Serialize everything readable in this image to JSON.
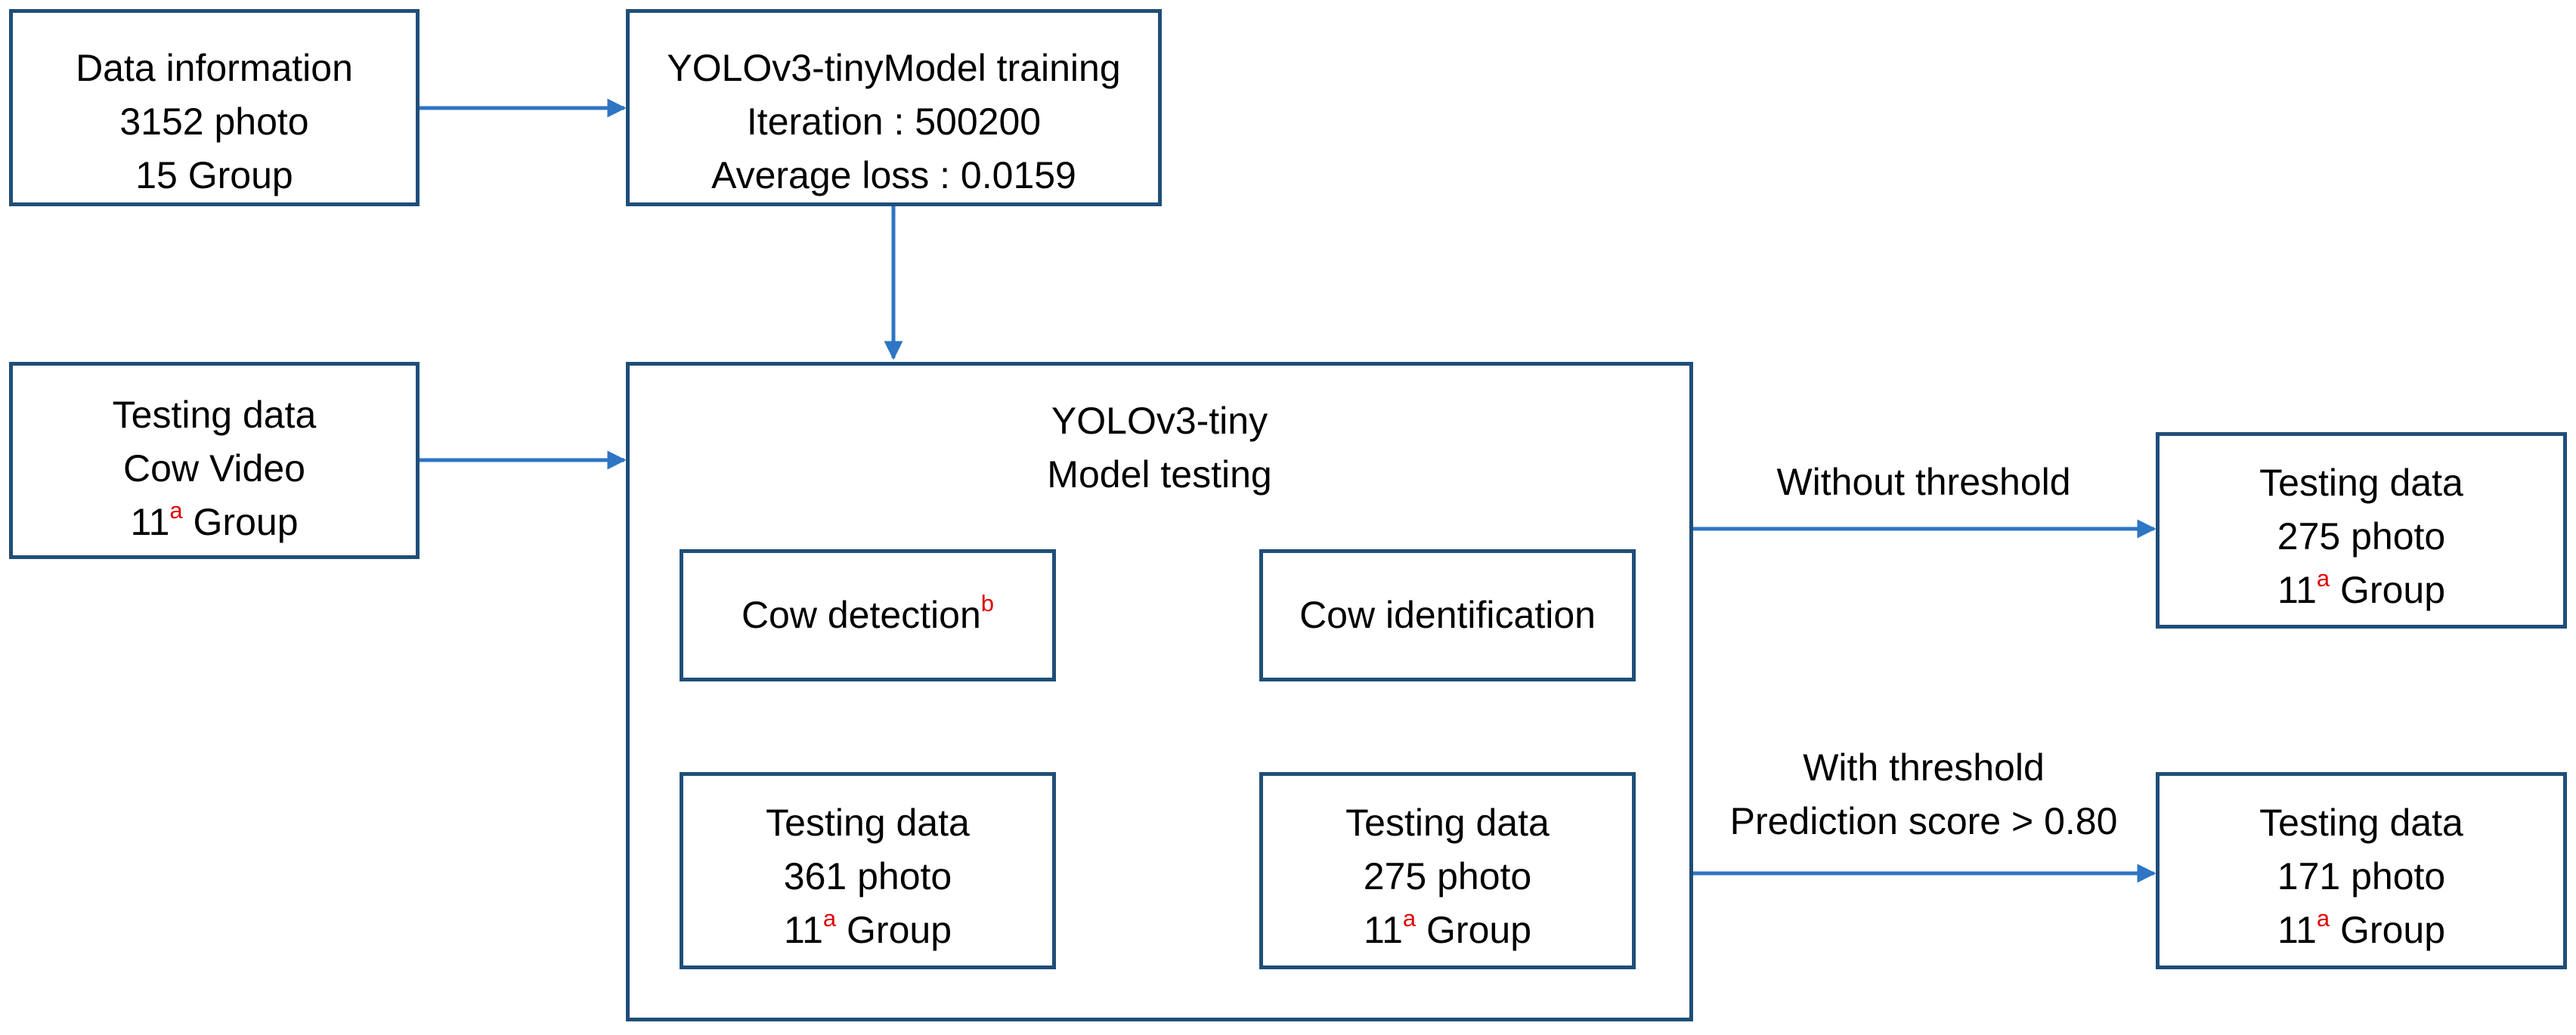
{
  "colors": {
    "box_border": "#1f4e79",
    "arrow": "#2e75c4",
    "footnote_marker": "#e00000"
  },
  "data_info": {
    "line1": "Data information",
    "line2": "3152 photo",
    "line3": "15 Group"
  },
  "training": {
    "line1": "YOLOv3-tinyModel training",
    "line2": "Iteration : 500200",
    "line3": "Average loss : 0.0159"
  },
  "testing_input": {
    "line1": "Testing data",
    "line2": "Cow Video",
    "line3_value": "11",
    "line3_marker": "a",
    "line3_suffix": " Group"
  },
  "model_testing": {
    "title_line1": "YOLOv3-tiny",
    "title_line2": "Model testing",
    "detection": {
      "label": "Cow detection",
      "marker": "b"
    },
    "identification": {
      "label": "Cow identification"
    },
    "detection_output": {
      "line1": "Testing data",
      "line2": "361 photo",
      "line3_value": "11",
      "line3_marker": "a",
      "line3_suffix": " Group"
    },
    "identification_output": {
      "line1": "Testing data",
      "line2": "275 photo",
      "line3_value": "11",
      "line3_marker": "a",
      "line3_suffix": " Group"
    }
  },
  "without_threshold": {
    "edge_label": "Without threshold",
    "result": {
      "line1": "Testing data",
      "line2": "275 photo",
      "line3_value": "11",
      "line3_marker": "a",
      "line3_suffix": " Group"
    }
  },
  "with_threshold": {
    "edge_label_line1": "With threshold",
    "edge_label_line2": "Prediction score > 0.80",
    "result": {
      "line1": "Testing data",
      "line2": "171 photo",
      "line3_value": "11",
      "line3_marker": "a",
      "line3_suffix": " Group"
    }
  }
}
